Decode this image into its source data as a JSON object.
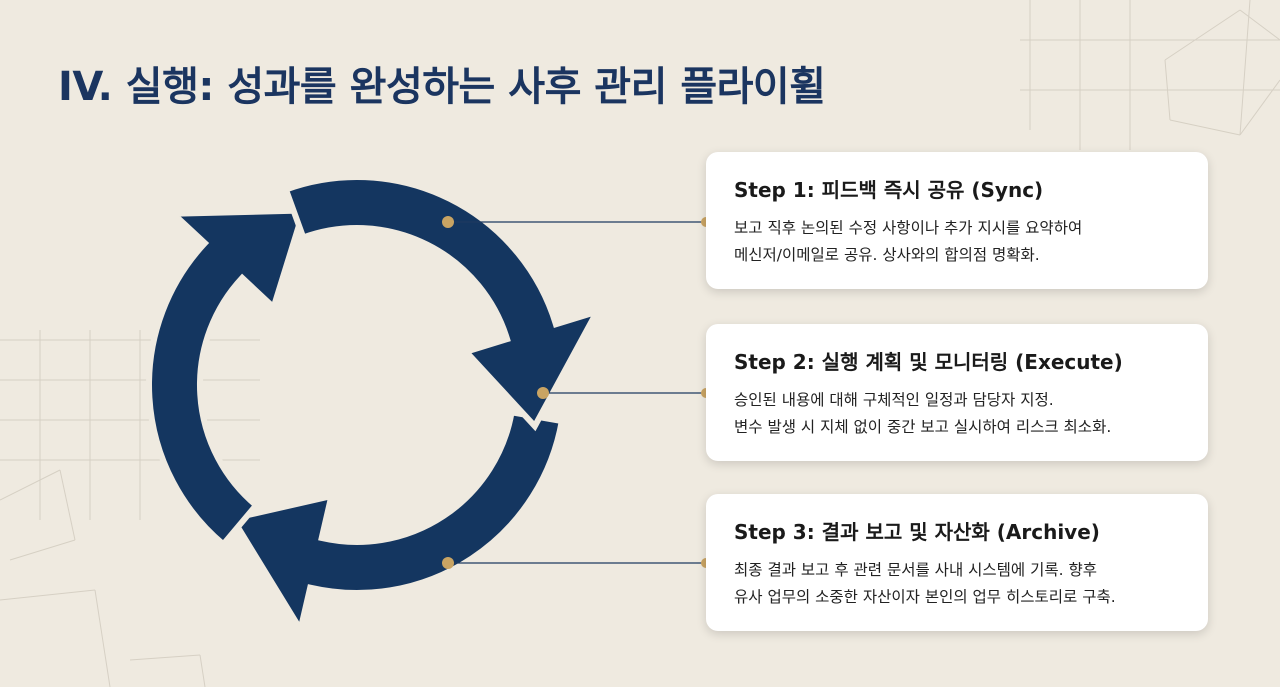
{
  "title": "IV. 실행: 성과를 완성하는 사후 관리 플라이휠",
  "colors": {
    "background": "#efeae0",
    "arrow": "#143660",
    "title": "#1b3560",
    "dot": "#c9a463",
    "connector": "#1e3a5f",
    "card": "#ffffff"
  },
  "steps": [
    {
      "heading": "Step 1: 피드백 즉시 공유 (Sync)",
      "line1": "보고 직후 논의된 수정 사항이나 추가 지시를 요약하여",
      "line2": "메신저/이메일로 공유. 상사와의 합의점 명확화."
    },
    {
      "heading": "Step 2: 실행 계획 및 모니터링 (Execute)",
      "line1": "승인된 내용에 대해 구체적인 일정과 담당자 지정.",
      "line2": "변수 발생 시 지체 없이 중간 보고 실시하여 리스크 최소화."
    },
    {
      "heading": "Step 3: 결과 보고 및 자산화 (Archive)",
      "line1": "최종 결과 보고 후 관련 문서를 사내 시스템에 기록. 향후",
      "line2": "유사 업무의 소중한 자산이자 본인의 업무 히스토리로 구축."
    }
  ]
}
